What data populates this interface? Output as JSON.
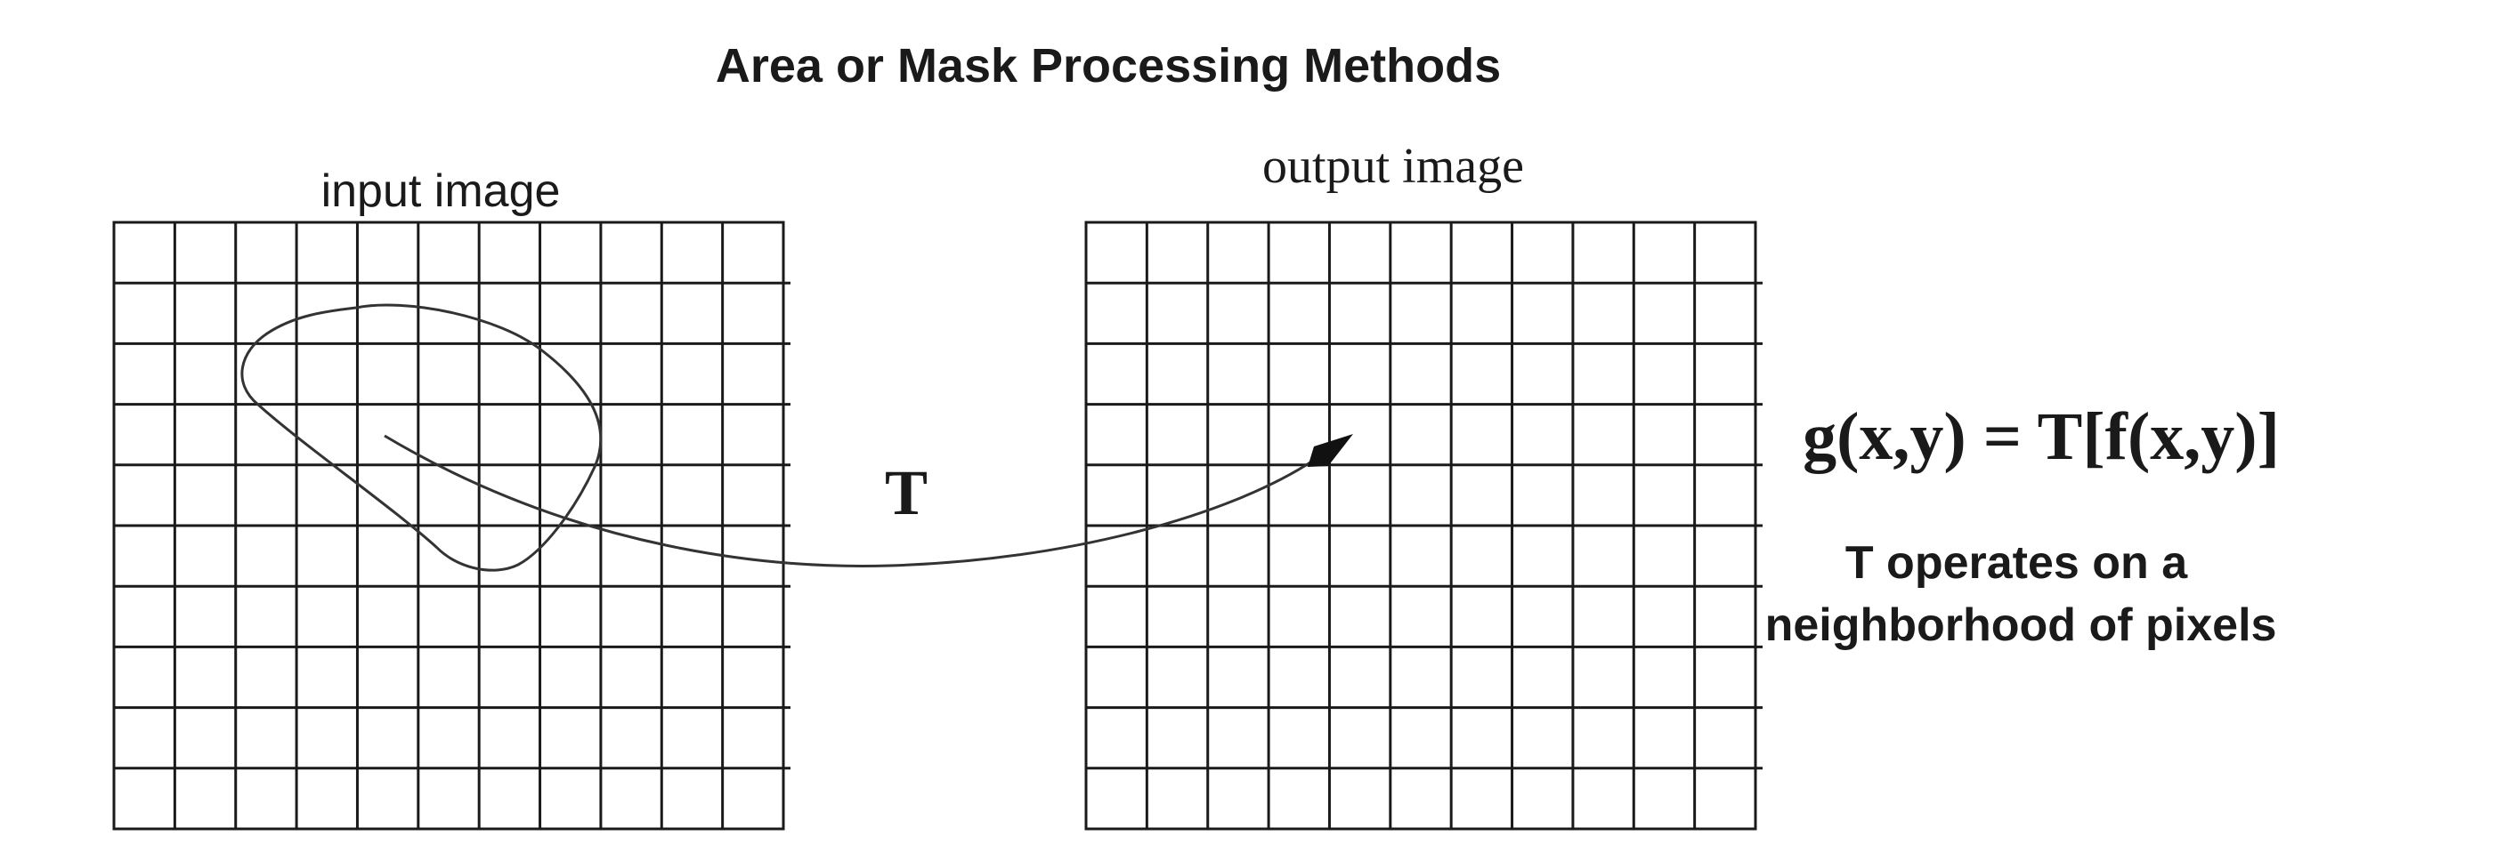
{
  "title": "Area or Mask Processing Methods",
  "input_label": "input image",
  "output_label": "output image",
  "transform_label": "T",
  "equation": "g(x,y) = T[f(x,y)]",
  "description": {
    "line1": "T operates on a",
    "line2": "neighborhood of pixels"
  },
  "grid": {
    "rows": 10,
    "columns": 11
  }
}
